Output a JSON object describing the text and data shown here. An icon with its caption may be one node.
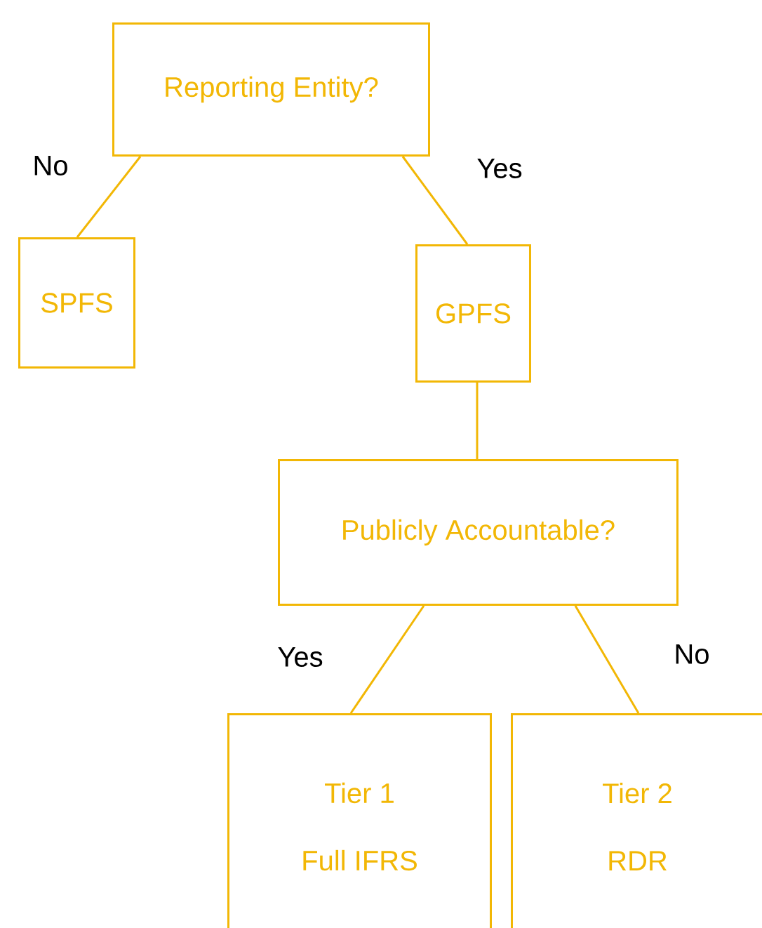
{
  "diagram": {
    "nodes": [
      {
        "text": [
          "Reporting Entity?"
        ]
      },
      {
        "text": [
          "SPFS"
        ]
      },
      {
        "text": [
          "GPFS"
        ]
      },
      {
        "text": [
          "Publicly Accountable?"
        ]
      },
      {
        "text": [
          "Tier 1",
          "Full IFRS"
        ]
      },
      {
        "text": [
          "Tier 2",
          "RDR"
        ]
      }
    ],
    "edges": [
      {
        "from": 0,
        "to": 1,
        "arrow": "none",
        "label": "No"
      },
      {
        "from": 0,
        "to": 2,
        "arrow": "none",
        "label": "Yes"
      },
      {
        "from": 2,
        "to": 3,
        "arrow": "none"
      },
      {
        "from": 3,
        "to": 4,
        "arrow": "none",
        "label": "Yes"
      },
      {
        "from": 3,
        "to": 5,
        "arrow": "none",
        "label": "No"
      }
    ]
  }
}
